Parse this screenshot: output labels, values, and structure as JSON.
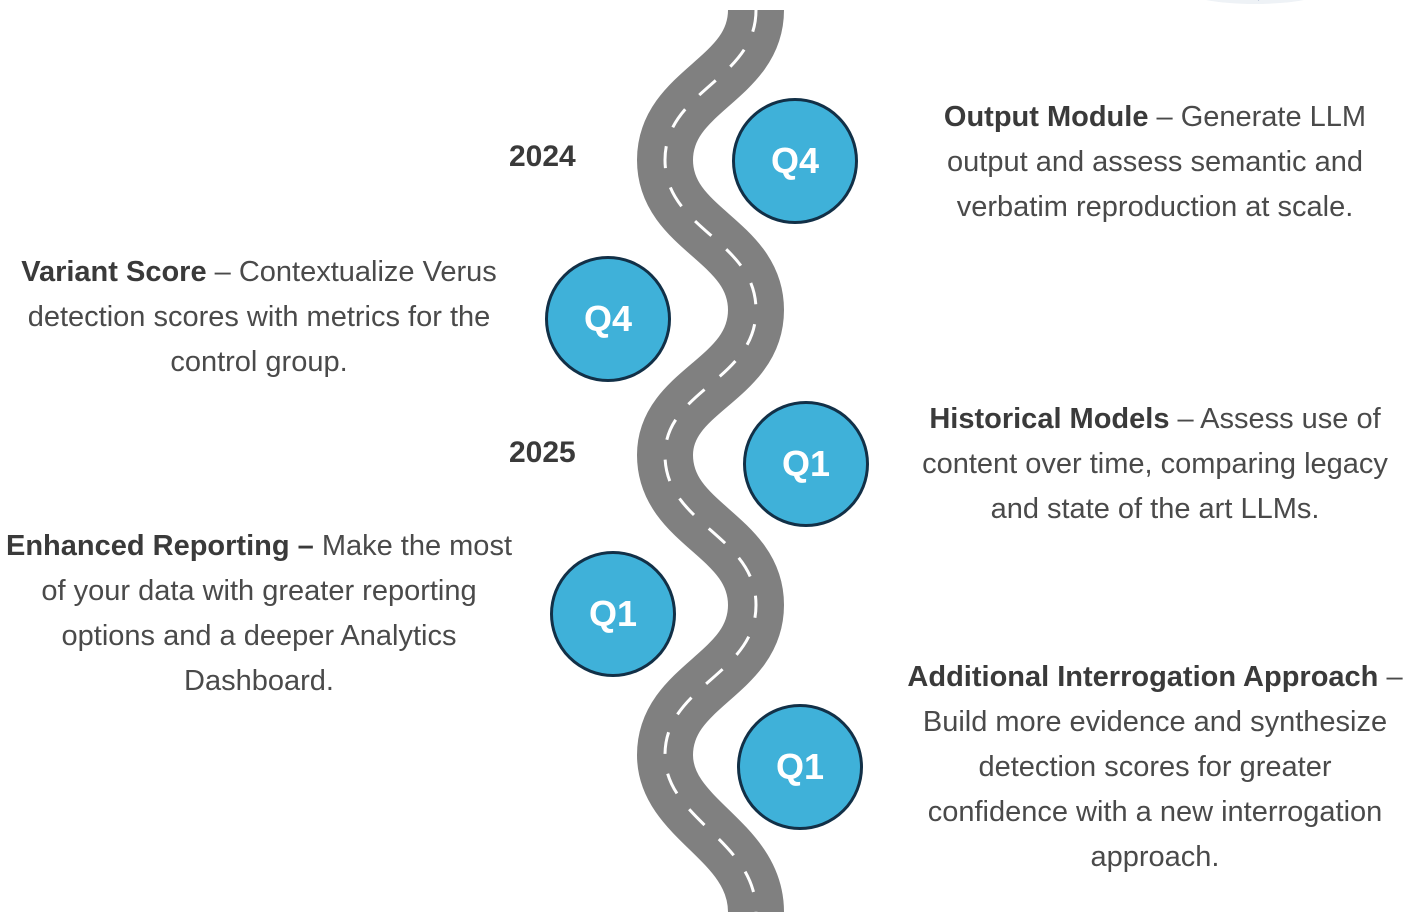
{
  "years": {
    "first": "2024",
    "second": "2025"
  },
  "milestones": [
    {
      "quarter": "Q4",
      "title": "Output Module",
      "sep": " – ",
      "text": "Generate LLM output and assess semantic and verbatim reproduction at scale."
    },
    {
      "quarter": "Q4",
      "title": "Variant Score",
      "sep": " – ",
      "text": "Contextualize Verus detection scores with metrics for the control group."
    },
    {
      "quarter": "Q1",
      "title": "Historical Models",
      "sep": " – ",
      "text": "Assess use of content over time, comparing legacy and state of the art LLMs."
    },
    {
      "quarter": "Q1",
      "title": "Enhanced Reporting –",
      "sep": " ",
      "text": "Make the most of your data with greater reporting options and a deeper Analytics Dashboard."
    },
    {
      "quarter": "Q1",
      "title": "Additional Interrogation Approach",
      "sep": " – ",
      "text": "Build more evidence and synthesize detection scores for greater confidence with a new interrogation approach."
    }
  ],
  "colors": {
    "road": "#808080",
    "road_markings": "#ffffff",
    "circle_fill": "#3fb1d9",
    "circle_border": "#123047"
  }
}
